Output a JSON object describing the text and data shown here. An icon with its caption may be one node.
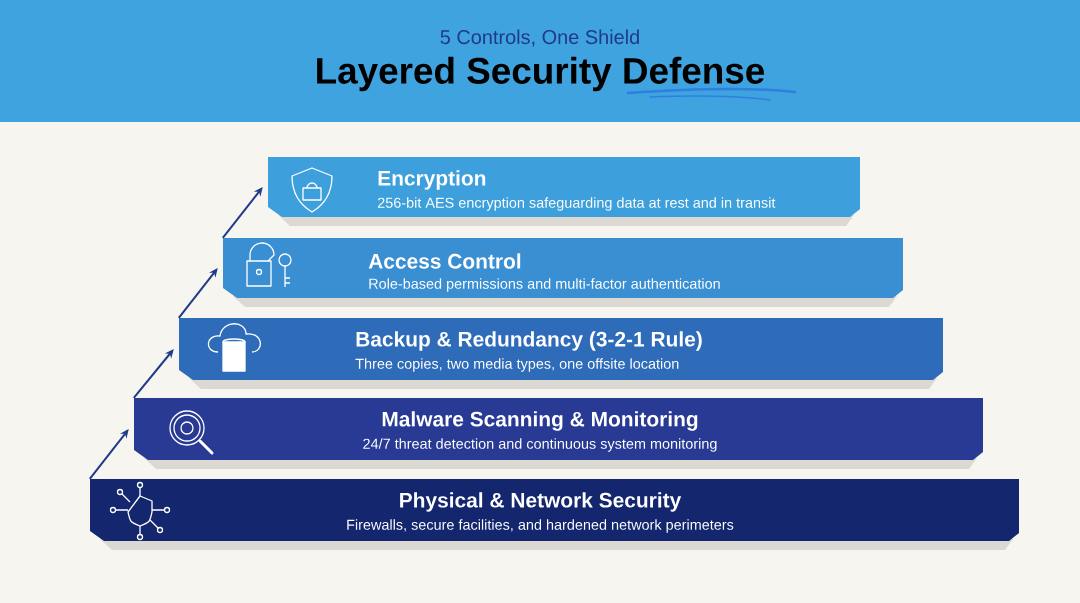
{
  "diagram": {
    "title": "Layered Security Defense",
    "nodes": [
      {
        "text": [
          "Encryption",
          "256-bit AES encryption safeguarding data at rest and in transit"
        ]
      },
      {
        "text": [
          "Access Control",
          "Role-based permissions and multi-factor authentication"
        ]
      },
      {
        "text": [
          "Backup & Redundancy (3-2-1 Rule)",
          "Three copies, two media types, one offsite location"
        ]
      },
      {
        "text": [
          "Malware Scanning & Monitoring",
          "24/7 threat detection and continuous system monitoring"
        ]
      },
      {
        "text": [
          "Physical & Network Security",
          "Firewalls, secure facilities, and hardened network perimeters"
        ]
      }
    ],
    "edges": [
      {
        "from": 4,
        "to": 3,
        "arrow": "to"
      },
      {
        "from": 3,
        "to": 2,
        "arrow": "to"
      },
      {
        "from": 2,
        "to": 1,
        "arrow": "to"
      },
      {
        "from": 1,
        "to": 0,
        "arrow": "to"
      }
    ],
    "labels": [
      "5 Controls, One Shield"
    ]
  }
}
